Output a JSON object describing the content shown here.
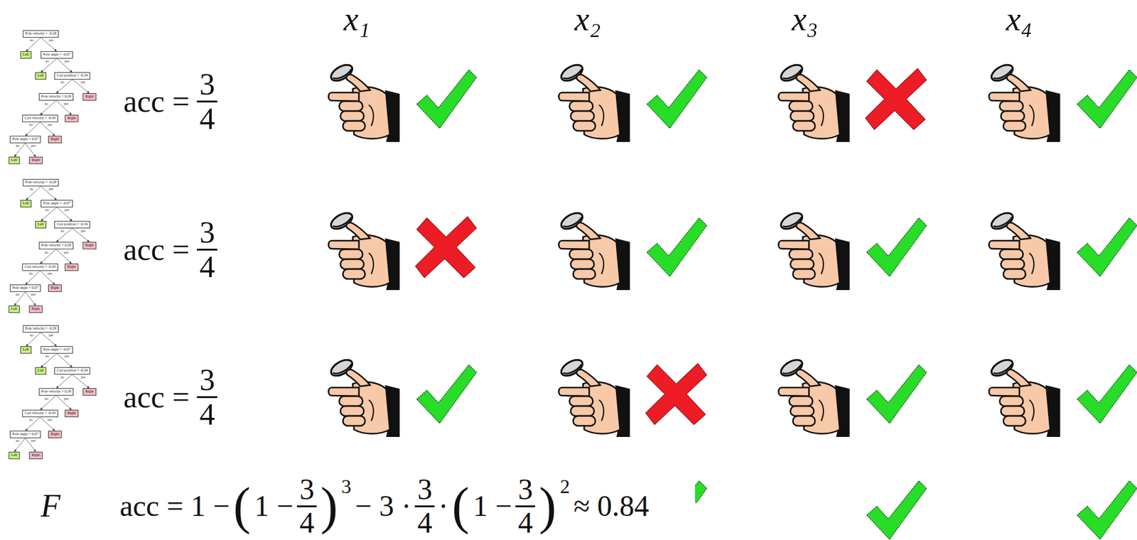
{
  "diagram": {
    "nodes": [
      {
        "text": [
          "Pole velocity > -0.29"
        ]
      },
      {
        "text": [
          "Left"
        ]
      },
      {
        "text": [
          "Pole angle > -0.07"
        ]
      },
      {
        "text": [
          "Left"
        ]
      },
      {
        "text": [
          "Cart position > -0.34"
        ]
      },
      {
        "text": [
          "Pole velocity > 0.29"
        ]
      },
      {
        "text": [
          "Right"
        ]
      },
      {
        "text": [
          "Cart velocity > -0.43"
        ]
      },
      {
        "text": [
          "Right"
        ]
      },
      {
        "text": [
          "Pole angle > 0.07"
        ]
      },
      {
        "text": [
          "Right"
        ]
      },
      {
        "text": [
          "Left"
        ]
      },
      {
        "text": [
          "Right"
        ]
      },
      {
        "text": [
          "Pole velocity > -0.29"
        ]
      },
      {
        "text": [
          "Left"
        ]
      },
      {
        "text": [
          "Pole angle > -0.07"
        ]
      },
      {
        "text": [
          "Left"
        ]
      },
      {
        "text": [
          "Cart position > -0.34"
        ]
      },
      {
        "text": [
          "Pole velocity > 0.29"
        ]
      },
      {
        "text": [
          "Right"
        ]
      },
      {
        "text": [
          "Cart velocity > -0.43"
        ]
      },
      {
        "text": [
          "Right"
        ]
      },
      {
        "text": [
          "Pole angle > 0.07"
        ]
      },
      {
        "text": [
          "Right"
        ]
      },
      {
        "text": [
          "Left"
        ]
      },
      {
        "text": [
          "Right"
        ]
      },
      {
        "text": [
          "Pole velocity > -0.29"
        ]
      },
      {
        "text": [
          "Left"
        ]
      },
      {
        "text": [
          "Pole angle > -0.07"
        ]
      },
      {
        "text": [
          "Left"
        ]
      },
      {
        "text": [
          "Cart position > -0.34"
        ]
      },
      {
        "text": [
          "Pole velocity > 0.29"
        ]
      },
      {
        "text": [
          "Right"
        ]
      },
      {
        "text": [
          "Cart velocity > -0.43"
        ]
      },
      {
        "text": [
          "Right"
        ]
      },
      {
        "text": [
          "Pole angle > 0.07"
        ]
      },
      {
        "text": [
          "Right"
        ]
      },
      {
        "text": [
          "Left"
        ]
      },
      {
        "text": [
          "Right"
        ]
      }
    ],
    "edges": [
      {
        "from": 0,
        "to": 1,
        "arrow": "to",
        "label": "no"
      },
      {
        "from": 0,
        "to": 2,
        "arrow": "to",
        "label": "yes"
      },
      {
        "from": 2,
        "to": 3,
        "arrow": "to",
        "label": "no"
      },
      {
        "from": 2,
        "to": 4,
        "arrow": "to",
        "label": "yes"
      },
      {
        "from": 4,
        "to": 5,
        "arrow": "to",
        "label": "no"
      },
      {
        "from": 4,
        "to": 6,
        "arrow": "to",
        "label": "yes"
      },
      {
        "from": 5,
        "to": 7,
        "arrow": "to",
        "label": "no"
      },
      {
        "from": 5,
        "to": 8,
        "arrow": "to",
        "label": "yes"
      },
      {
        "from": 7,
        "to": 9,
        "arrow": "to",
        "label": "no"
      },
      {
        "from": 7,
        "to": 10,
        "arrow": "to",
        "label": "yes"
      },
      {
        "from": 9,
        "to": 11,
        "arrow": "to",
        "label": "no"
      },
      {
        "from": 9,
        "to": 12,
        "arrow": "to",
        "label": "yes"
      },
      {
        "from": 13,
        "to": 14,
        "arrow": "to",
        "label": "no"
      },
      {
        "from": 13,
        "to": 15,
        "arrow": "to",
        "label": "yes"
      },
      {
        "from": 15,
        "to": 16,
        "arrow": "to",
        "label": "no"
      },
      {
        "from": 15,
        "to": 17,
        "arrow": "to",
        "label": "yes"
      },
      {
        "from": 17,
        "to": 18,
        "arrow": "to",
        "label": "no"
      },
      {
        "from": 17,
        "to": 19,
        "arrow": "to",
        "label": "yes"
      },
      {
        "from": 18,
        "to": 20,
        "arrow": "to",
        "label": "no"
      },
      {
        "from": 18,
        "to": 21,
        "arrow": "to",
        "label": "yes"
      },
      {
        "from": 20,
        "to": 22,
        "arrow": "to",
        "label": "no"
      },
      {
        "from": 20,
        "to": 23,
        "arrow": "to",
        "label": "yes"
      },
      {
        "from": 22,
        "to": 24,
        "arrow": "to",
        "label": "no"
      },
      {
        "from": 22,
        "to": 25,
        "arrow": "to",
        "label": "yes"
      },
      {
        "from": 26,
        "to": 27,
        "arrow": "to",
        "label": "no"
      },
      {
        "from": 26,
        "to": 28,
        "arrow": "to",
        "label": "yes"
      },
      {
        "from": 28,
        "to": 29,
        "arrow": "to",
        "label": "no"
      },
      {
        "from": 28,
        "to": 30,
        "arrow": "to",
        "label": "yes"
      },
      {
        "from": 30,
        "to": 31,
        "arrow": "to",
        "label": "no"
      },
      {
        "from": 30,
        "to": 32,
        "arrow": "to",
        "label": "yes"
      },
      {
        "from": 31,
        "to": 33,
        "arrow": "to",
        "label": "no"
      },
      {
        "from": 31,
        "to": 34,
        "arrow": "to",
        "label": "yes"
      },
      {
        "from": 33,
        "to": 35,
        "arrow": "to",
        "label": "no"
      },
      {
        "from": 33,
        "to": 36,
        "arrow": "to",
        "label": "yes"
      },
      {
        "from": 35,
        "to": 37,
        "arrow": "to",
        "label": "no"
      },
      {
        "from": 35,
        "to": 38,
        "arrow": "to",
        "label": "yes"
      }
    ],
    "labels": [
      "x₁",
      "x₂",
      "x₃",
      "x₄",
      "acc =",
      "3",
      "4",
      "acc =",
      "3",
      "4",
      "acc =",
      "3",
      "4",
      "F",
      "acc = 1 −",
      "(",
      "1 −",
      "3",
      "4",
      ")",
      "3",
      "− 3 ·",
      "3",
      "4",
      "·",
      "(",
      "1 −",
      "3",
      "4",
      ")",
      "2",
      "≈ 0.84"
    ]
  }
}
